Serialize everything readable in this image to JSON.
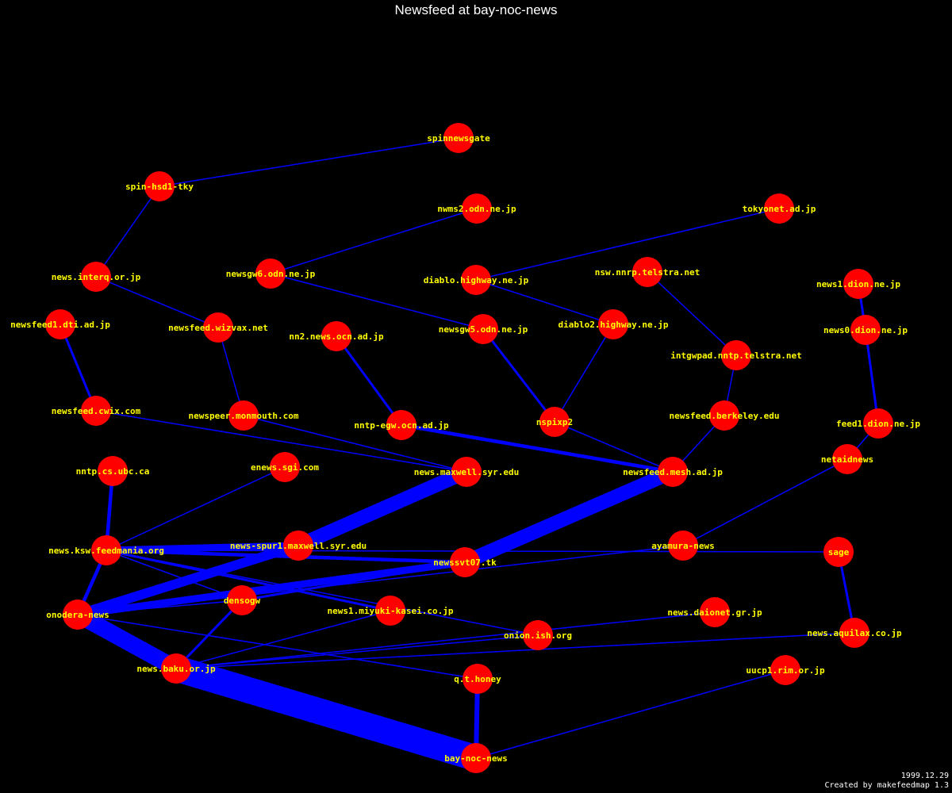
{
  "title": "Newsfeed at bay-noc-news",
  "footer": {
    "date": "1999.12.29",
    "credit": "Created by makefeedmap 1.3"
  },
  "colors": {
    "background": "#000000",
    "node": "#ff0000",
    "edge": "#0000ff",
    "label": "#ffff00",
    "text": "#ffffff"
  },
  "nodes": [
    {
      "id": "spinnewsgate",
      "label": "spinnewsgate"
    },
    {
      "id": "spin-hsd1-tky",
      "label": "spin-hsd1-tky"
    },
    {
      "id": "nwms2.odn.ne.jp",
      "label": "nwms2.odn.ne.jp"
    },
    {
      "id": "tokyonet.ad.jp",
      "label": "tokyonet.ad.jp"
    },
    {
      "id": "news.interq.or.jp",
      "label": "news.interq.or.jp"
    },
    {
      "id": "newsgw6.odn.ne.jp",
      "label": "newsgw6.odn.ne.jp"
    },
    {
      "id": "diablo.highway.ne.jp",
      "label": "diablo.highway.ne.jp"
    },
    {
      "id": "nsw.nnrp.telstra.net",
      "label": "nsw.nnrp.telstra.net"
    },
    {
      "id": "news1.dion.ne.jp",
      "label": "news1.dion.ne.jp"
    },
    {
      "id": "newsfeed1.dti.ad.jp",
      "label": "newsfeed1.dti.ad.jp"
    },
    {
      "id": "newsfeed.wizvax.net",
      "label": "newsfeed.wizvax.net"
    },
    {
      "id": "nn2.news.ocn.ad.jp",
      "label": "nn2.news.ocn.ad.jp"
    },
    {
      "id": "newsgw5.odn.ne.jp",
      "label": "newsgw5.odn.ne.jp"
    },
    {
      "id": "diablo2.highway.ne.jp",
      "label": "diablo2.highway.ne.jp"
    },
    {
      "id": "news0.dion.ne.jp",
      "label": "news0.dion.ne.jp"
    },
    {
      "id": "intgwpad.nntp.telstra.net",
      "label": "intgwpad.nntp.telstra.net"
    },
    {
      "id": "newsfeed.cwix.com",
      "label": "newsfeed.cwix.com"
    },
    {
      "id": "newspeer.monmouth.com",
      "label": "newspeer.monmouth.com"
    },
    {
      "id": "nntp-egw.ocn.ad.jp",
      "label": "nntp-egw.ocn.ad.jp"
    },
    {
      "id": "nspixp2",
      "label": "nspixp2"
    },
    {
      "id": "newsfeed.berkeley.edu",
      "label": "newsfeed.berkeley.edu"
    },
    {
      "id": "feed1.dion.ne.jp",
      "label": "feed1.dion.ne.jp"
    },
    {
      "id": "netaidnews",
      "label": "netaidnews"
    },
    {
      "id": "nntp.cs.ubc.ca",
      "label": "nntp.cs.ubc.ca"
    },
    {
      "id": "enews.sgi.com",
      "label": "enews.sgi.com"
    },
    {
      "id": "news.maxwell.syr.edu",
      "label": "news.maxwell.syr.edu"
    },
    {
      "id": "newsfeed.mesh.ad.jp",
      "label": "newsfeed.mesh.ad.jp"
    },
    {
      "id": "news.ksw.feedmania.org",
      "label": "news.ksw.feedmania.org"
    },
    {
      "id": "news-spur1.maxwell.syr.edu",
      "label": "news-spur1.maxwell.syr.edu"
    },
    {
      "id": "ayamura-news",
      "label": "ayamura-news"
    },
    {
      "id": "sage",
      "label": "sage"
    },
    {
      "id": "newssvt07.tk",
      "label": "newssvt07.tk"
    },
    {
      "id": "densogw",
      "label": "densogw"
    },
    {
      "id": "onodera-news",
      "label": "onodera-news"
    },
    {
      "id": "news1.miyuki-kasei.co.jp",
      "label": "news1.miyuki-kasei.co.jp"
    },
    {
      "id": "news.daionet.gr.jp",
      "label": "news.daionet.gr.jp"
    },
    {
      "id": "onion.ish.org",
      "label": "onion.ish.org"
    },
    {
      "id": "news.aquilax.co.jp",
      "label": "news.aquilax.co.jp"
    },
    {
      "id": "news.baku.or.jp",
      "label": "news.baku.or.jp"
    },
    {
      "id": "q.t.honey",
      "label": "q.t.honey"
    },
    {
      "id": "uucp1.rim.or.jp",
      "label": "uucp1.rim.or.jp"
    },
    {
      "id": "bay-noc-news",
      "label": "bay-noc-news"
    }
  ],
  "edges": [
    {
      "from": "spinnewsgate",
      "to": "spin-hsd1-tky",
      "weight": 1
    },
    {
      "from": "spin-hsd1-tky",
      "to": "news.interq.or.jp",
      "weight": 1
    },
    {
      "from": "news.interq.or.jp",
      "to": "newsfeed.wizvax.net",
      "weight": 1
    },
    {
      "from": "newsfeed.wizvax.net",
      "to": "newspeer.monmouth.com",
      "weight": 1
    },
    {
      "from": "newsfeed1.dti.ad.jp",
      "to": "newsfeed.cwix.com",
      "weight": 2
    },
    {
      "from": "nwms2.odn.ne.jp",
      "to": "newsgw6.odn.ne.jp",
      "weight": 1
    },
    {
      "from": "newsgw6.odn.ne.jp",
      "to": "newsgw5.odn.ne.jp",
      "weight": 1
    },
    {
      "from": "newsgw5.odn.ne.jp",
      "to": "nspixp2",
      "weight": 2
    },
    {
      "from": "tokyonet.ad.jp",
      "to": "diablo.highway.ne.jp",
      "weight": 1
    },
    {
      "from": "diablo.highway.ne.jp",
      "to": "diablo2.highway.ne.jp",
      "weight": 1
    },
    {
      "from": "diablo2.highway.ne.jp",
      "to": "nspixp2",
      "weight": 1
    },
    {
      "from": "nspixp2",
      "to": "newsfeed.mesh.ad.jp",
      "weight": 1
    },
    {
      "from": "nsw.nnrp.telstra.net",
      "to": "intgwpad.nntp.telstra.net",
      "weight": 1
    },
    {
      "from": "intgwpad.nntp.telstra.net",
      "to": "newsfeed.berkeley.edu",
      "weight": 1
    },
    {
      "from": "newsfeed.berkeley.edu",
      "to": "newsfeed.mesh.ad.jp",
      "weight": 1
    },
    {
      "from": "news1.dion.ne.jp",
      "to": "news0.dion.ne.jp",
      "weight": 2
    },
    {
      "from": "news0.dion.ne.jp",
      "to": "feed1.dion.ne.jp",
      "weight": 2
    },
    {
      "from": "feed1.dion.ne.jp",
      "to": "netaidnews",
      "weight": 1
    },
    {
      "from": "netaidnews",
      "to": "ayamura-news",
      "weight": 1
    },
    {
      "from": "nn2.news.ocn.ad.jp",
      "to": "nntp-egw.ocn.ad.jp",
      "weight": 2
    },
    {
      "from": "nntp-egw.ocn.ad.jp",
      "to": "newsfeed.mesh.ad.jp",
      "weight": 3
    },
    {
      "from": "newsfeed.cwix.com",
      "to": "news.maxwell.syr.edu",
      "weight": 1
    },
    {
      "from": "newspeer.monmouth.com",
      "to": "news.maxwell.syr.edu",
      "weight": 1
    },
    {
      "from": "news.maxwell.syr.edu",
      "to": "news-spur1.maxwell.syr.edu",
      "weight": 12
    },
    {
      "from": "newsfeed.mesh.ad.jp",
      "to": "newssvt07.tk",
      "weight": 12
    },
    {
      "from": "news-spur1.maxwell.syr.edu",
      "to": "onodera-news",
      "weight": 8
    },
    {
      "from": "newssvt07.tk",
      "to": "onodera-news",
      "weight": 6
    },
    {
      "from": "news-spur1.maxwell.syr.edu",
      "to": "news.ksw.feedmania.org",
      "weight": 6
    },
    {
      "from": "news.ksw.feedmania.org",
      "to": "newssvt07.tk",
      "weight": 3
    },
    {
      "from": "news.ksw.feedmania.org",
      "to": "sage",
      "weight": 1
    },
    {
      "from": "nntp.cs.ubc.ca",
      "to": "news.ksw.feedmania.org",
      "weight": 3
    },
    {
      "from": "enews.sgi.com",
      "to": "news.ksw.feedmania.org",
      "weight": 1
    },
    {
      "from": "news.ksw.feedmania.org",
      "to": "onodera-news",
      "weight": 3
    },
    {
      "from": "news.ksw.feedmania.org",
      "to": "densogw",
      "weight": 1
    },
    {
      "from": "news.ksw.feedmania.org",
      "to": "news1.miyuki-kasei.co.jp",
      "weight": 2
    },
    {
      "from": "news.ksw.feedmania.org",
      "to": "onion.ish.org",
      "weight": 1
    },
    {
      "from": "densogw",
      "to": "newssvt07.tk",
      "weight": 2
    },
    {
      "from": "densogw",
      "to": "onodera-news",
      "weight": 1
    },
    {
      "from": "densogw",
      "to": "news.baku.or.jp",
      "weight": 2
    },
    {
      "from": "ayamura-news",
      "to": "onodera-news",
      "weight": 1
    },
    {
      "from": "onodera-news",
      "to": "news.baku.or.jp",
      "weight": 14
    },
    {
      "from": "onodera-news",
      "to": "q.t.honey",
      "weight": 1
    },
    {
      "from": "news.baku.or.jp",
      "to": "bay-noc-news",
      "weight": 22
    },
    {
      "from": "news1.miyuki-kasei.co.jp",
      "to": "news.baku.or.jp",
      "weight": 1
    },
    {
      "from": "news.daionet.gr.jp",
      "to": "news.baku.or.jp",
      "weight": 1
    },
    {
      "from": "news.aquilax.co.jp",
      "to": "news.baku.or.jp",
      "weight": 1
    },
    {
      "from": "onion.ish.org",
      "to": "news.baku.or.jp",
      "weight": 1
    },
    {
      "from": "sage",
      "to": "news.aquilax.co.jp",
      "weight": 2
    },
    {
      "from": "q.t.honey",
      "to": "bay-noc-news",
      "weight": 4
    },
    {
      "from": "uucp1.rim.or.jp",
      "to": "bay-noc-news",
      "weight": 1
    }
  ]
}
